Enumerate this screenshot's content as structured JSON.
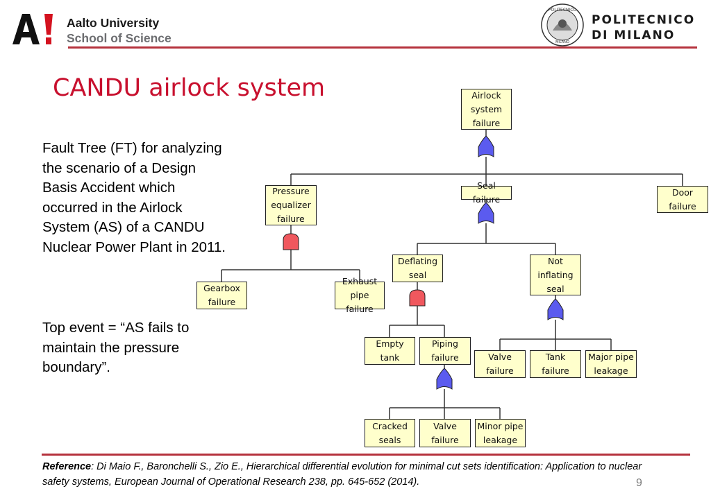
{
  "header": {
    "aalto_name": "Aalto University",
    "aalto_school": "School of Science",
    "polimi_line1": "POLITECNICO",
    "polimi_line2": "DI MILANO",
    "polimi_seal_text": "POLITECNICO",
    "polimi_seal_sub": "MILANO"
  },
  "slide": {
    "title": "CANDU airlock system",
    "description": "Fault Tree (FT) for analyzing the scenario of a Design Basis Accident which occurred in the Airlock System (AS) of a CANDU Nuclear Power Plant in 2011.",
    "top_event_text": "Top event = “AS fails to maintain the pressure boundary”.",
    "reference_label": "Reference",
    "reference_text": ": Di Maio F., Baronchelli S., Zio E., Hierarchical differential evolution for minimal cut sets identification: Application to nuclear safety systems, European Journal of Operational Research 238, pp. 645-652 (2014).",
    "page_number": "9"
  },
  "fault_tree": {
    "colors": {
      "box_fill": "#ffffcc",
      "or_gate": "#5b5bef",
      "and_gate": "#f0585e",
      "line": "#333333"
    },
    "nodes": {
      "top": "Airlock\nsystem\nfailure",
      "pressure_equalizer": "Pressure\nequalizer\nfailure",
      "seal_failure": "Seal failure",
      "door_failure": "Door\nfailure",
      "gearbox": "Gearbox\nfailure",
      "exhaust_pipe": "Exhaust\npipe failure",
      "deflating_seal": "Deflating\nseal",
      "not_inflating_seal": "Not\ninflating\nseal",
      "empty_tank": "Empty\ntank",
      "piping_failure": "Piping\nfailure",
      "valve_failure_1": "Valve\nfailure",
      "tank_failure": "Tank\nfailure",
      "major_pipe_leakage": "Major pipe\nleakage",
      "cracked_seals": "Cracked\nseals",
      "valve_failure_2": "Valve\nfailure",
      "minor_pipe_leakage": "Minor pipe\nleakage"
    },
    "gates": {
      "top": "OR",
      "pressure_equalizer": "AND",
      "seal_failure": "OR",
      "deflating_seal": "AND",
      "not_inflating_seal": "OR",
      "piping_failure": "OR"
    }
  }
}
